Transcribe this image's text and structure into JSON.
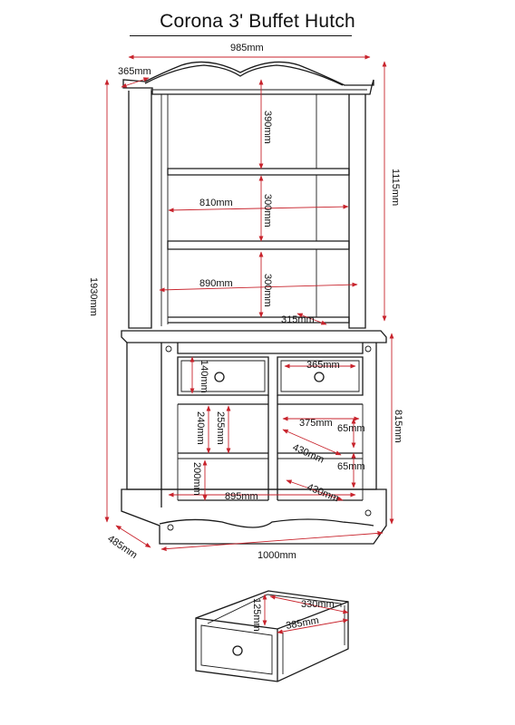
{
  "title": "Corona 3' Buffet Hutch",
  "accent_color": "#c8232c",
  "line_color": "#1a1a1a",
  "dimensions": {
    "top_width": "985mm",
    "top_depth": "365mm",
    "total_height": "1930mm",
    "hutch_height": "1115mm",
    "upper_shelf_gap": "390mm",
    "shelf_width": "810mm",
    "middle_shelf_gap": "300mm",
    "lower_shelf_width": "890mm",
    "lower_shelf_gap": "300mm",
    "hutch_depth": "315mm",
    "drawer_height": "140mm",
    "drawer_width": "365mm",
    "base_height": "815mm",
    "cupboard_upper_gap": "255mm",
    "cupboard_lower_gap": "240mm",
    "cupboard_width": "375mm",
    "shelf_ledge_upper": "65mm",
    "cupboard_depth_upper": "430mm",
    "shelf_ledge_lower": "65mm",
    "cupboard_bottom_gap": "200mm",
    "cupboard_inner_width": "895mm",
    "cupboard_depth_lower": "430mm",
    "base_depth": "485mm",
    "base_width": "1000mm",
    "drawer_inner_depth": "330mm",
    "drawer_inner_height": "125mm",
    "drawer_inner_width": "385mm"
  }
}
